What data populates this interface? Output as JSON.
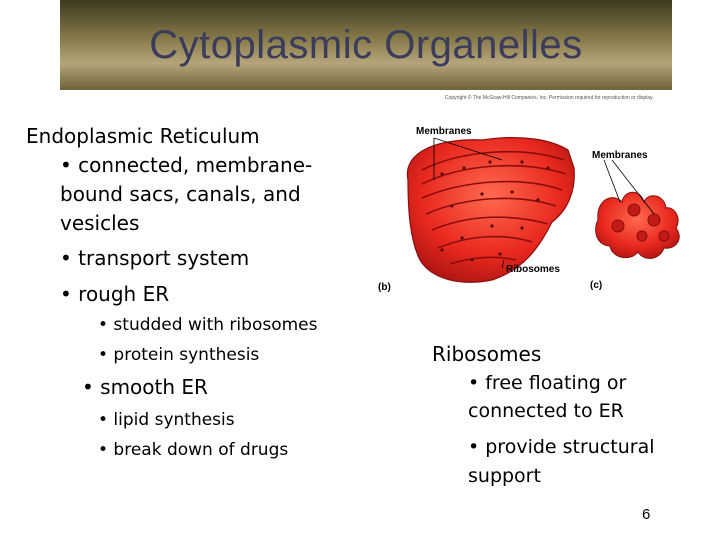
{
  "title": "Cytoplasmic Organelles",
  "copyright": "Copyright © The McGraw-Hill Companies, Inc. Permission required for reproduction or display.",
  "er": {
    "heading": "Endoplasmic Reticulum",
    "b1_line1": "• connected, membrane-",
    "b1_line2": "bound sacs, canals, and",
    "b1_line3": "vesicles",
    "b2": "• transport system",
    "b3": "• rough ER",
    "rough_1": "• studded with ribosomes",
    "rough_2": "• protein synthesis",
    "b4": "• smooth ER",
    "smooth_1": "• lipid synthesis",
    "smooth_2": "• break down of drugs"
  },
  "figure": {
    "label_membranes_left": "Membranes",
    "label_membranes_right": "Membranes",
    "label_ribosomes": "Ribosomes",
    "label_b": "(b)",
    "label_c": "(c)",
    "colors": {
      "tissue": "#e8281e",
      "tissue_dark": "#9e1010",
      "tissue_light": "#ff6a50"
    }
  },
  "ribosomes": {
    "heading": "Ribosomes",
    "b1_line1": "• free floating or",
    "b1_line2": "connected to ER",
    "b2_line1": "• provide structural",
    "b2_line2": "support"
  },
  "page_number": "6"
}
